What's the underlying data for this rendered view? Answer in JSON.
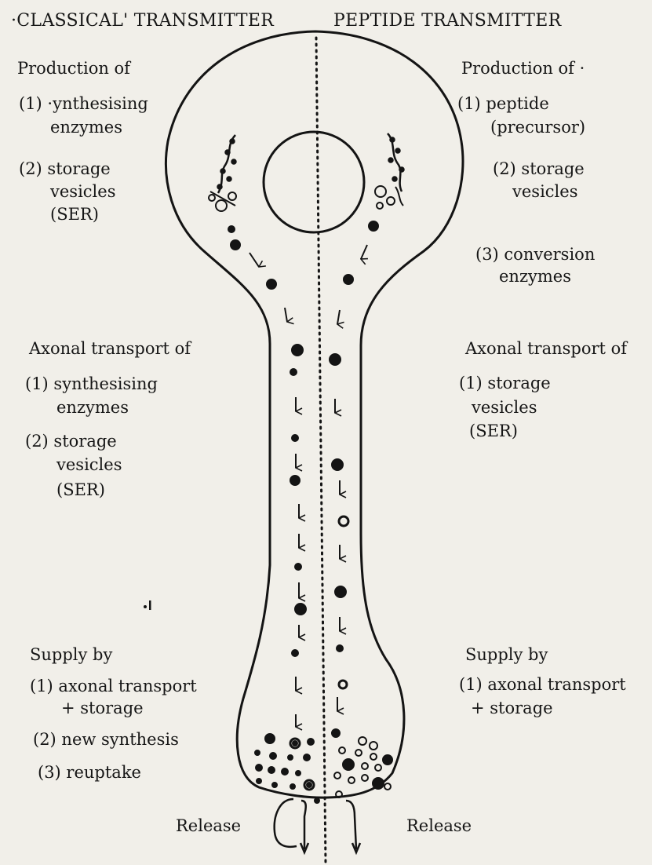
{
  "headers": {
    "left": "·CLASSICAL' TRANSMITTER",
    "right": "PEPTIDE TRANSMITTER"
  },
  "left": {
    "production": {
      "heading": "Production of",
      "item1_line1": "(1) ·ynthesising",
      "item1_line2": "enzymes",
      "item2_line1": "(2) storage",
      "item2_line2": "vesicles",
      "item2_line3": "(SER)"
    },
    "transport": {
      "heading": "Axonal transport of",
      "item1_line1": "(1) synthesising",
      "item1_line2": "enzymes",
      "item2_line1": "(2) storage",
      "item2_line2": "vesicles",
      "item2_line3": "(SER)"
    },
    "supply": {
      "heading": "Supply by",
      "item1_line1": "(1) axonal transport",
      "item1_line2": "+ storage",
      "item2": "(2) new synthesis",
      "item3": "(3) reuptake"
    },
    "release": "Release"
  },
  "right": {
    "production": {
      "heading": "Production of ·",
      "item1_line1": "(1) peptide",
      "item1_line2": "(precursor)",
      "item2_line1": "(2) storage",
      "item2_line2": "vesicles",
      "item3_line1": "(3) conversion",
      "item3_line2": "enzymes"
    },
    "transport": {
      "heading": "Axonal transport of",
      "item1_line1": "(1) storage",
      "item1_line2": "vesicles",
      "item1_line3": "(SER)"
    },
    "supply": {
      "heading": "Supply by",
      "item1_line1": "(1) axonal transport",
      "item1_line2": "+ storage"
    },
    "release": "Release"
  }
}
